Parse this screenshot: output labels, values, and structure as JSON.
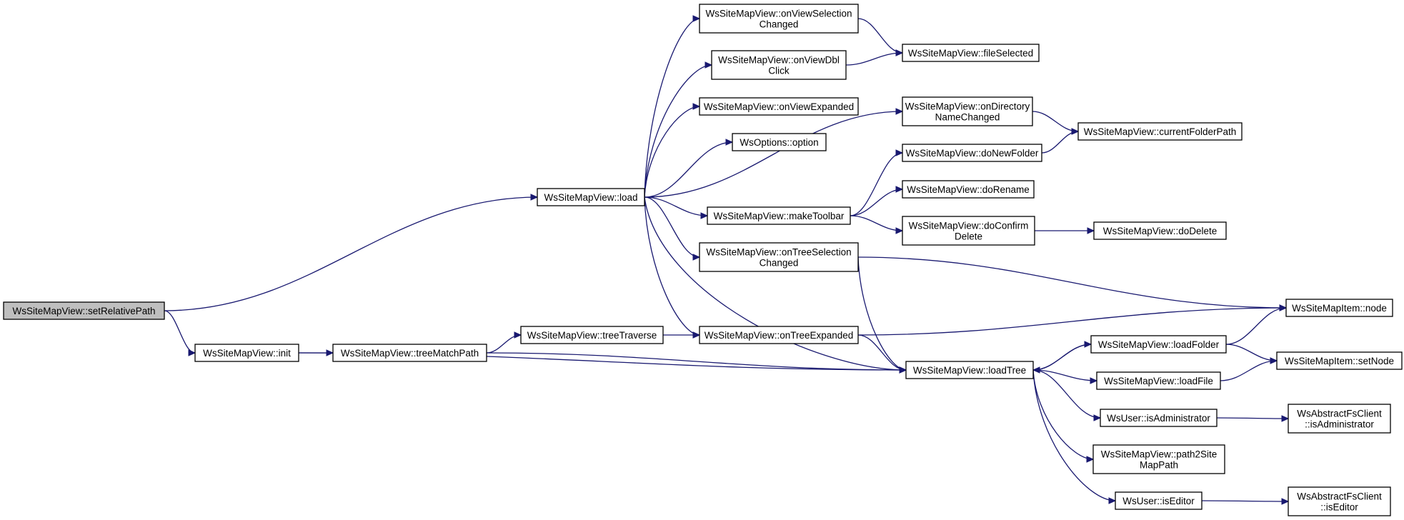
{
  "colors": {
    "edge": "#191970",
    "node_border": "#000000",
    "root_fill": "#bfbfbf",
    "node_fill": "#ffffff"
  },
  "nodes": [
    {
      "id": "setRelativePath",
      "lines": [
        "WsSiteMapView::setRelativePath"
      ]
    },
    {
      "id": "init",
      "lines": [
        "WsSiteMapView::init"
      ]
    },
    {
      "id": "load",
      "lines": [
        "WsSiteMapView::load"
      ]
    },
    {
      "id": "treeMatchPath",
      "lines": [
        "WsSiteMapView::treeMatchPath"
      ]
    },
    {
      "id": "treeTraverse",
      "lines": [
        "WsSiteMapView::treeTraverse"
      ]
    },
    {
      "id": "onViewSelectionChanged",
      "lines": [
        "WsSiteMapView::onViewSelection",
        "Changed"
      ]
    },
    {
      "id": "onViewDblClick",
      "lines": [
        "WsSiteMapView::onViewDbl",
        "Click"
      ]
    },
    {
      "id": "onViewExpanded",
      "lines": [
        "WsSiteMapView::onViewExpanded"
      ]
    },
    {
      "id": "option",
      "lines": [
        "WsOptions::option"
      ]
    },
    {
      "id": "makeToolbar",
      "lines": [
        "WsSiteMapView::makeToolbar"
      ]
    },
    {
      "id": "onTreeSelectionChanged",
      "lines": [
        "WsSiteMapView::onTreeSelection",
        "Changed"
      ]
    },
    {
      "id": "onTreeExpanded",
      "lines": [
        "WsSiteMapView::onTreeExpanded"
      ]
    },
    {
      "id": "fileSelected",
      "lines": [
        "WsSiteMapView::fileSelected"
      ]
    },
    {
      "id": "onDirectoryNameChanged",
      "lines": [
        "WsSiteMapView::onDirectory",
        "NameChanged"
      ]
    },
    {
      "id": "doNewFolder",
      "lines": [
        "WsSiteMapView::doNewFolder"
      ]
    },
    {
      "id": "doRename",
      "lines": [
        "WsSiteMapView::doRename"
      ]
    },
    {
      "id": "doConfirmDelete",
      "lines": [
        "WsSiteMapView::doConfirm",
        "Delete"
      ]
    },
    {
      "id": "loadTree",
      "lines": [
        "WsSiteMapView::loadTree"
      ]
    },
    {
      "id": "currentFolderPath",
      "lines": [
        "WsSiteMapView::currentFolderPath"
      ]
    },
    {
      "id": "doDelete",
      "lines": [
        "WsSiteMapView::doDelete"
      ]
    },
    {
      "id": "loadFolder",
      "lines": [
        "WsSiteMapView::loadFolder"
      ]
    },
    {
      "id": "loadFile",
      "lines": [
        "WsSiteMapView::loadFile"
      ]
    },
    {
      "id": "userIsAdministrator",
      "lines": [
        "WsUser::isAdministrator"
      ]
    },
    {
      "id": "path2SiteMapPath",
      "lines": [
        "WsSiteMapView::path2Site",
        "MapPath"
      ]
    },
    {
      "id": "userIsEditor",
      "lines": [
        "WsUser::isEditor"
      ]
    },
    {
      "id": "node",
      "lines": [
        "WsSiteMapItem::node"
      ]
    },
    {
      "id": "setNode",
      "lines": [
        "WsSiteMapItem::setNode"
      ]
    },
    {
      "id": "fsIsAdministrator",
      "lines": [
        "WsAbstractFsClient",
        "::isAdministrator"
      ]
    },
    {
      "id": "fsIsEditor",
      "lines": [
        "WsAbstractFsClient",
        "::isEditor"
      ]
    }
  ],
  "edges": [
    [
      "setRelativePath",
      "load"
    ],
    [
      "setRelativePath",
      "init"
    ],
    [
      "init",
      "treeMatchPath"
    ],
    [
      "init",
      "loadTree"
    ],
    [
      "treeMatchPath",
      "treeTraverse"
    ],
    [
      "treeMatchPath",
      "loadTree"
    ],
    [
      "treeTraverse",
      "onTreeExpanded"
    ],
    [
      "load",
      "onViewSelectionChanged"
    ],
    [
      "load",
      "onViewDblClick"
    ],
    [
      "load",
      "onViewExpanded"
    ],
    [
      "load",
      "option"
    ],
    [
      "load",
      "onDirectoryNameChanged"
    ],
    [
      "load",
      "makeToolbar"
    ],
    [
      "load",
      "onTreeSelectionChanged"
    ],
    [
      "load",
      "onTreeExpanded"
    ],
    [
      "load",
      "loadTree"
    ],
    [
      "onViewSelectionChanged",
      "fileSelected"
    ],
    [
      "onViewDblClick",
      "fileSelected"
    ],
    [
      "onDirectoryNameChanged",
      "currentFolderPath"
    ],
    [
      "doNewFolder",
      "currentFolderPath"
    ],
    [
      "makeToolbar",
      "doNewFolder"
    ],
    [
      "makeToolbar",
      "doRename"
    ],
    [
      "makeToolbar",
      "doConfirmDelete"
    ],
    [
      "doConfirmDelete",
      "doDelete"
    ],
    [
      "onTreeSelectionChanged",
      "node"
    ],
    [
      "onTreeSelectionChanged",
      "loadTree"
    ],
    [
      "onTreeExpanded",
      "node"
    ],
    [
      "onTreeExpanded",
      "loadTree"
    ],
    [
      "loadTree",
      "loadFolder"
    ],
    [
      "loadTree",
      "loadFile"
    ],
    [
      "loadTree",
      "userIsAdministrator"
    ],
    [
      "loadTree",
      "path2SiteMapPath"
    ],
    [
      "loadTree",
      "userIsEditor"
    ],
    [
      "loadFolder",
      "loadTree"
    ],
    [
      "loadFolder",
      "node"
    ],
    [
      "loadFolder",
      "setNode"
    ],
    [
      "loadFile",
      "setNode"
    ],
    [
      "userIsAdministrator",
      "fsIsAdministrator"
    ],
    [
      "userIsEditor",
      "fsIsEditor"
    ]
  ]
}
